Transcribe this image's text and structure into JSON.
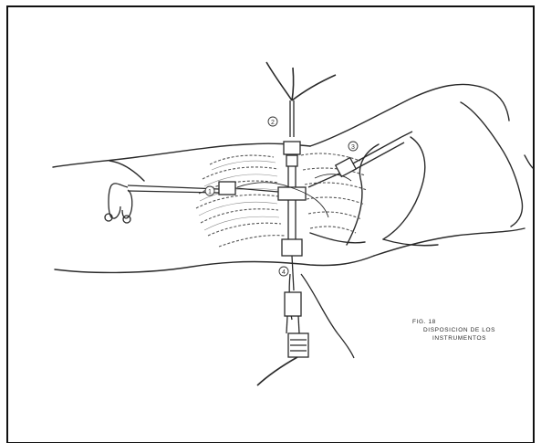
{
  "figure": {
    "caption_lines": [
      "FIG. 18",
      "DISPOSICION DE LOS",
      "INSTRUMENTOS"
    ],
    "markers": [
      "1",
      "2",
      "3",
      "4"
    ]
  },
  "colors": {
    "ink": "#2a2a2a",
    "frame": "#111111",
    "background": "#ffffff"
  }
}
